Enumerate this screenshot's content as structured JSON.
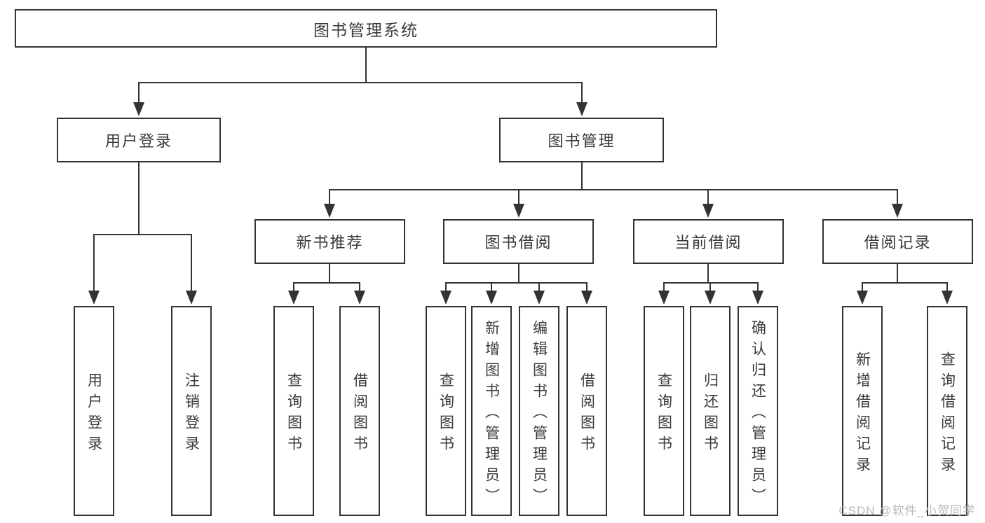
{
  "colors": {
    "line": "#333333",
    "text": "#3a3a3a",
    "watermark": "#b9b9b9",
    "background": "#ffffff"
  },
  "tree": {
    "root": "图书管理系统",
    "branches": [
      {
        "label": "用户登录",
        "children": [
          "用户登录",
          "注销登录"
        ]
      },
      {
        "label": "图书管理",
        "sections": [
          {
            "label": "新书推荐",
            "children": [
              "查询图书",
              "借阅图书"
            ]
          },
          {
            "label": "图书借阅",
            "children": [
              "查询图书",
              "新增图书（管理员）",
              "编辑图书（管理员）",
              "借阅图书"
            ]
          },
          {
            "label": "当前借阅",
            "children": [
              "查询图书",
              "归还图书",
              "确认归还（管理员）"
            ]
          },
          {
            "label": "借阅记录",
            "children": [
              "新增借阅记录",
              "查询借阅记录"
            ]
          }
        ]
      }
    ]
  },
  "watermark": {
    "text": "CSDN @软件_小贺同学"
  }
}
